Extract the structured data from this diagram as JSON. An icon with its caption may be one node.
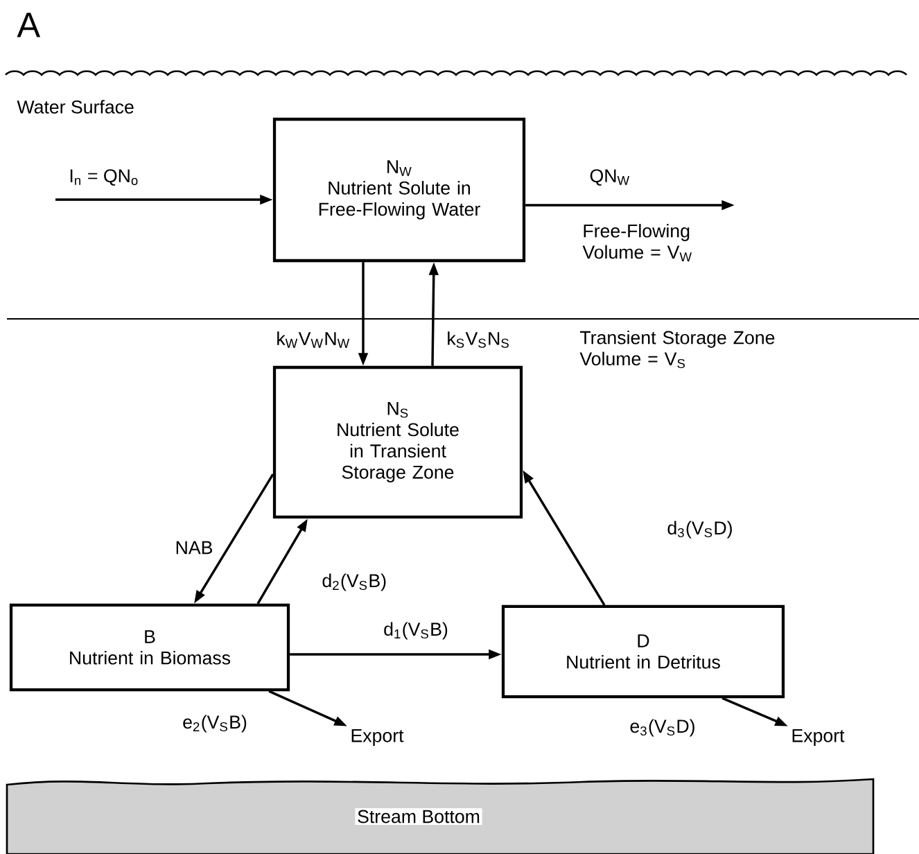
{
  "diagram": {
    "nodes": [
      {
        "text": [
          "N$_{W}$",
          "Nutrient Solute in Free-Flowing Water"
        ]
      },
      {
        "text": [
          "N$_{S}$",
          "Nutrient Solute in Transient Storage Zone"
        ]
      },
      {
        "text": [
          "B",
          "Nutrient in Biomass"
        ]
      },
      {
        "text": [
          "D",
          "Nutrient in Detritus"
        ]
      },
      {
        "text": [
          "Export"
        ]
      },
      {
        "text": [
          "Export"
        ]
      }
    ],
    "edges": [
      {
        "from": null,
        "to": 0,
        "arrow": "to",
        "label": "I$_{n}$ = QN$_{o}$"
      },
      {
        "from": 0,
        "to": null,
        "arrow": "to",
        "label": "QN$_{W}$"
      },
      {
        "from": 0,
        "to": 1,
        "arrow": "to",
        "label": "k$_{W}$V$_{W}$N$_{W}$"
      },
      {
        "from": 1,
        "to": 0,
        "arrow": "to",
        "label": "k$_{S}$V$_{S}$N$_{S}$"
      },
      {
        "from": 1,
        "to": 2,
        "arrow": "to",
        "label": "NAB"
      },
      {
        "from": 2,
        "to": 1,
        "arrow": "to",
        "label": "d$_{2}$(V$_{S}$B)"
      },
      {
        "from": 2,
        "to": 3,
        "arrow": "to",
        "label": "d$_{1}$(V$_{S}$B)"
      },
      {
        "from": 3,
        "to": 1,
        "arrow": "to",
        "label": "d$_{3}$(V$_{S}$D)"
      },
      {
        "from": 2,
        "to": 4,
        "arrow": "to",
        "label": "e$_{2}$(V$_{S}$B)"
      },
      {
        "from": 3,
        "to": 5,
        "arrow": "to",
        "label": "e$_{3}$(V$_{S}$D)"
      }
    ],
    "labels": [
      "A",
      "Water Surface",
      "Free-Flowing Volume = V$_{W}$",
      "Transient Storage Zone Volume = V$_{S}$",
      "Stream Bottom"
    ]
  }
}
